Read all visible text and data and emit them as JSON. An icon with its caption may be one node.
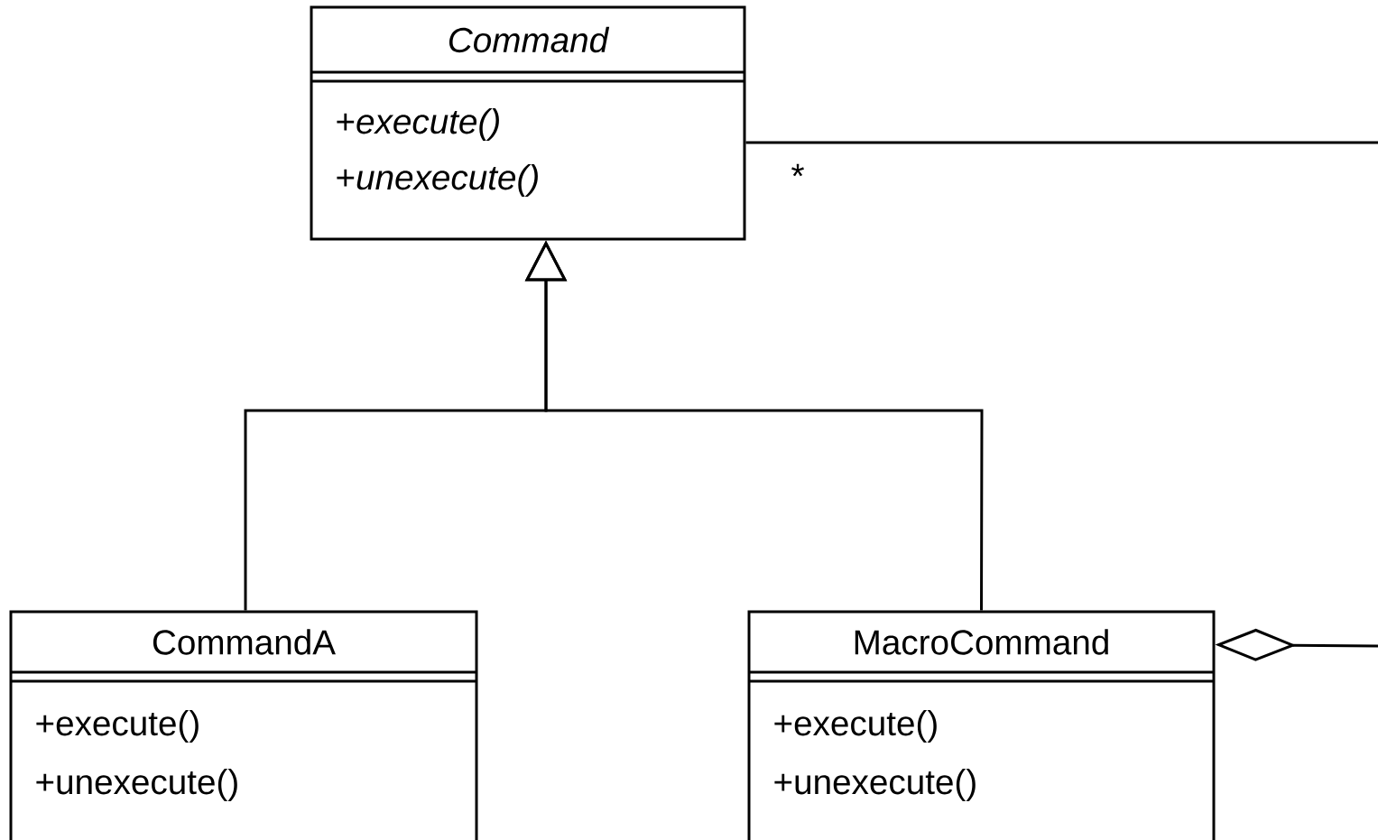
{
  "diagram": {
    "nodes": [
      {
        "text": [
          "Command",
          "+*execute()*",
          "+*unexecute()*"
        ]
      },
      {
        "text": [
          "CommandA",
          "+execute()",
          "+unexecute()"
        ]
      },
      {
        "text": [
          "MacroCommand",
          "+execute()",
          "+unexecute()"
        ]
      }
    ],
    "edges": [
      {
        "from": 1,
        "to": 0,
        "arrow": "to"
      },
      {
        "from": 2,
        "to": 0,
        "arrow": "to"
      },
      {
        "from": 0,
        "to": null,
        "arrow": "none",
        "label": "*"
      },
      {
        "from": 2,
        "to": null,
        "arrow": "other"
      }
    ]
  }
}
